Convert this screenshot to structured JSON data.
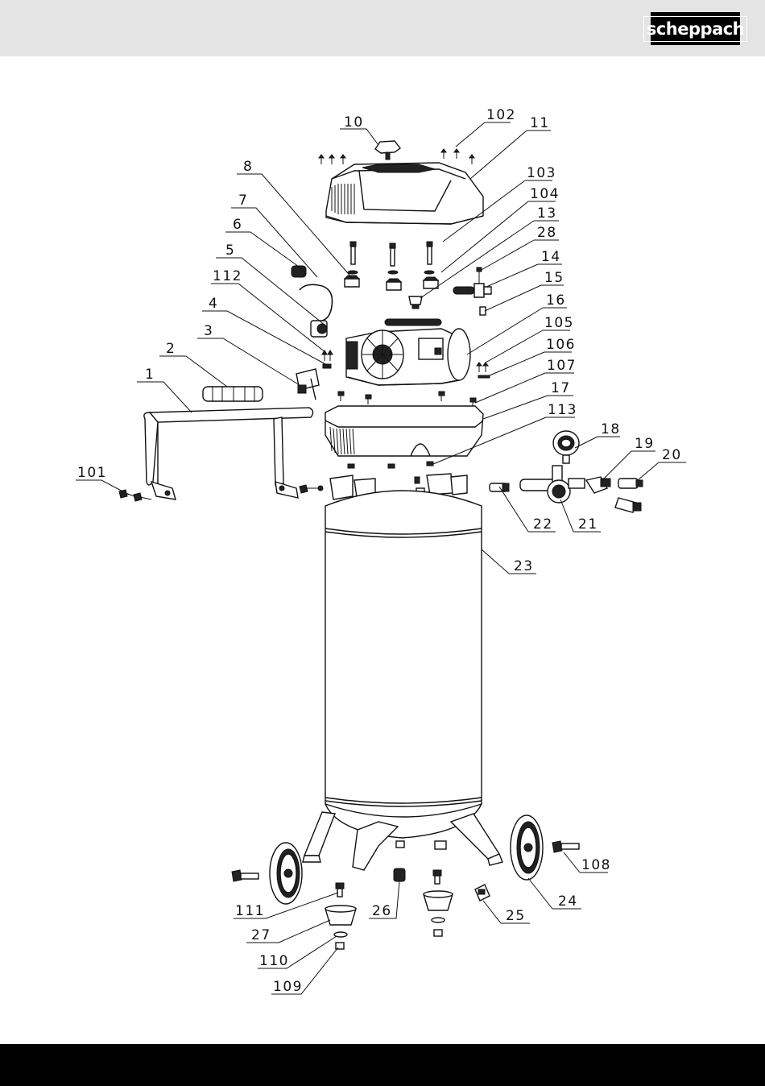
{
  "header": {
    "brand_logo": "scheppach"
  },
  "parts": [
    {
      "id": "p10",
      "number": "10"
    },
    {
      "id": "p102",
      "number": "102"
    },
    {
      "id": "p11",
      "number": "11"
    },
    {
      "id": "p8",
      "number": "8"
    },
    {
      "id": "p103",
      "number": "103"
    },
    {
      "id": "p7",
      "number": "7"
    },
    {
      "id": "p104",
      "number": "104"
    },
    {
      "id": "p13",
      "number": "13"
    },
    {
      "id": "p6",
      "number": "6"
    },
    {
      "id": "p28",
      "number": "28"
    },
    {
      "id": "p5",
      "number": "5"
    },
    {
      "id": "p14",
      "number": "14"
    },
    {
      "id": "p112",
      "number": "112"
    },
    {
      "id": "p15",
      "number": "15"
    },
    {
      "id": "p4",
      "number": "4"
    },
    {
      "id": "p16",
      "number": "16"
    },
    {
      "id": "p105",
      "number": "105"
    },
    {
      "id": "p3",
      "number": "3"
    },
    {
      "id": "p106",
      "number": "106"
    },
    {
      "id": "p2",
      "number": "2"
    },
    {
      "id": "p107",
      "number": "107"
    },
    {
      "id": "p1",
      "number": "1"
    },
    {
      "id": "p17",
      "number": "17"
    },
    {
      "id": "p113",
      "number": "113"
    },
    {
      "id": "p18",
      "number": "18"
    },
    {
      "id": "p19",
      "number": "19"
    },
    {
      "id": "p20",
      "number": "20"
    },
    {
      "id": "p101",
      "number": "101"
    },
    {
      "id": "p22",
      "number": "22"
    },
    {
      "id": "p21",
      "number": "21"
    },
    {
      "id": "p23",
      "number": "23"
    },
    {
      "id": "p108",
      "number": "108"
    },
    {
      "id": "p111",
      "number": "111"
    },
    {
      "id": "p26",
      "number": "26"
    },
    {
      "id": "p25",
      "number": "25"
    },
    {
      "id": "p24",
      "number": "24"
    },
    {
      "id": "p27",
      "number": "27"
    },
    {
      "id": "p110",
      "number": "110"
    },
    {
      "id": "p109",
      "number": "109"
    }
  ]
}
